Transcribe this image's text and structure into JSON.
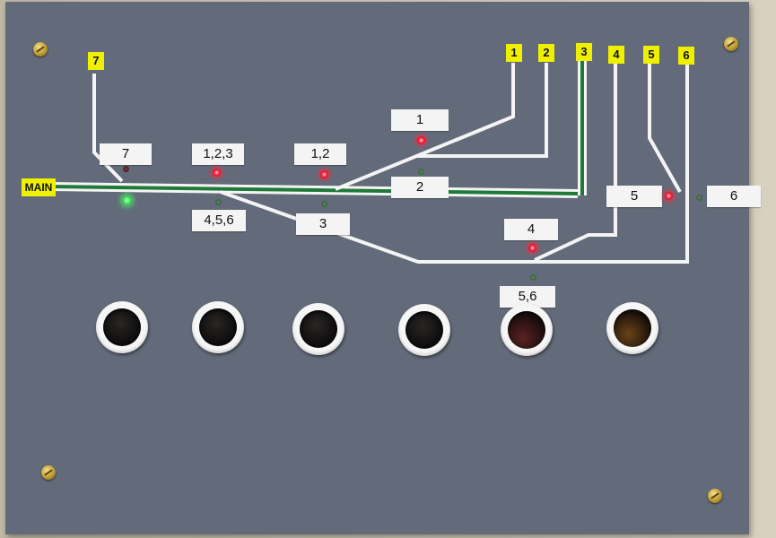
{
  "panel": {
    "main_label": "MAIN",
    "track_numbers": [
      "7",
      "1",
      "2",
      "3",
      "4",
      "5",
      "6"
    ],
    "route_labels": {
      "r7": "7",
      "r123": "1,2,3",
      "r12": "1,2",
      "r1": "1",
      "r2": "2",
      "r3": "3",
      "r456": "4,5,6",
      "r4": "4",
      "r5": "5",
      "r6": "6",
      "r56": "5,6"
    }
  },
  "colors": {
    "panel": "#636b7a",
    "track": "#f4f4f4",
    "main_line": "#1f7a3a",
    "label_yellow": "#eef000",
    "led_red": "#ff2040",
    "led_green": "#40ff60"
  },
  "indicators": {
    "main_green": "on",
    "r7": "off",
    "r123": "on",
    "r12": "on",
    "r1": "on",
    "r4": "on",
    "r5": "on"
  },
  "buttons_count": 6
}
